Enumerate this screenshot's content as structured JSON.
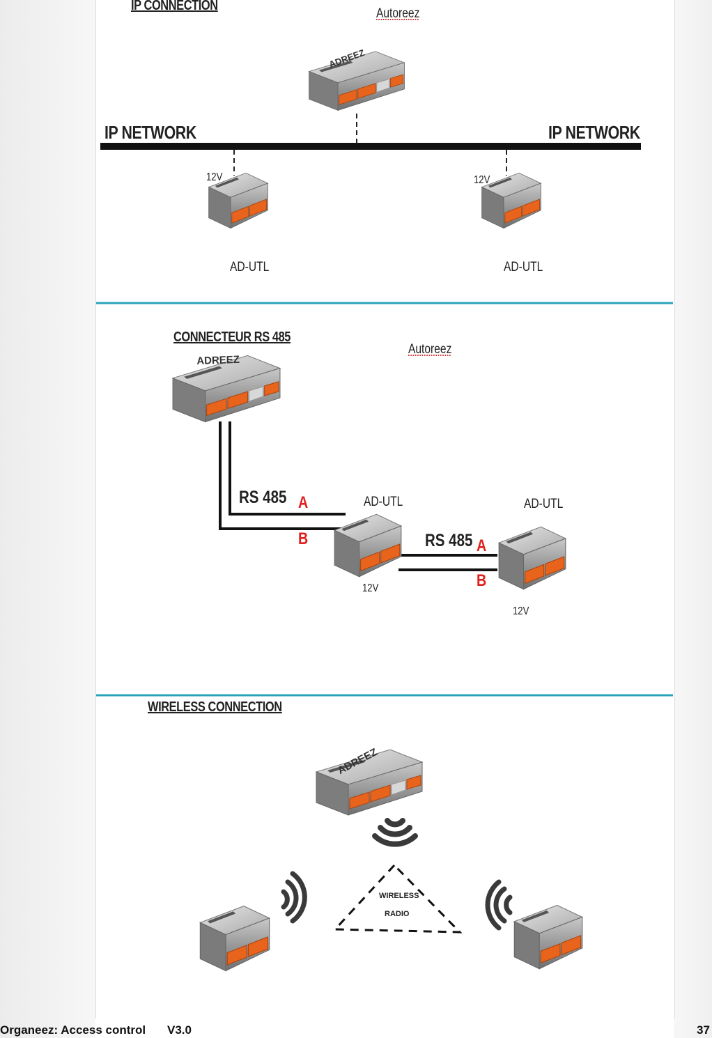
{
  "sections": {
    "ip": {
      "title": "IP CONNECTION",
      "brand": "Autoreez",
      "network_left": "IP NETWORK",
      "network_right": "IP NETWORK",
      "node_left_voltage": "12V",
      "node_right_voltage": "12V",
      "node_left_label": "AD-UTL",
      "node_right_label": "AD-UTL"
    },
    "rs485": {
      "title": "CONNECTEUR RS 485",
      "brand": "Autoreez",
      "bus1_label": "RS 485",
      "bus1_a": "A",
      "bus1_b": "B",
      "bus2_label": "RS 485",
      "bus2_a": "A",
      "bus2_b": "B",
      "node1_label": "AD-UTL",
      "node1_voltage": "12V",
      "node2_label": "AD-UTL",
      "node2_voltage": "12V"
    },
    "wireless": {
      "title": "WIRELESS CONNECTION",
      "radio_line1": "WIRELESS",
      "radio_line2": "RADIO"
    }
  },
  "device_logo": "ADREEZ",
  "footer": {
    "doc_title": "Organeez: Access control",
    "version": "V3.0",
    "page_number": "37"
  },
  "colors": {
    "divider": "#2aa3b8",
    "terminal_orange": "#e8641c",
    "accent_red": "#e0201c"
  }
}
